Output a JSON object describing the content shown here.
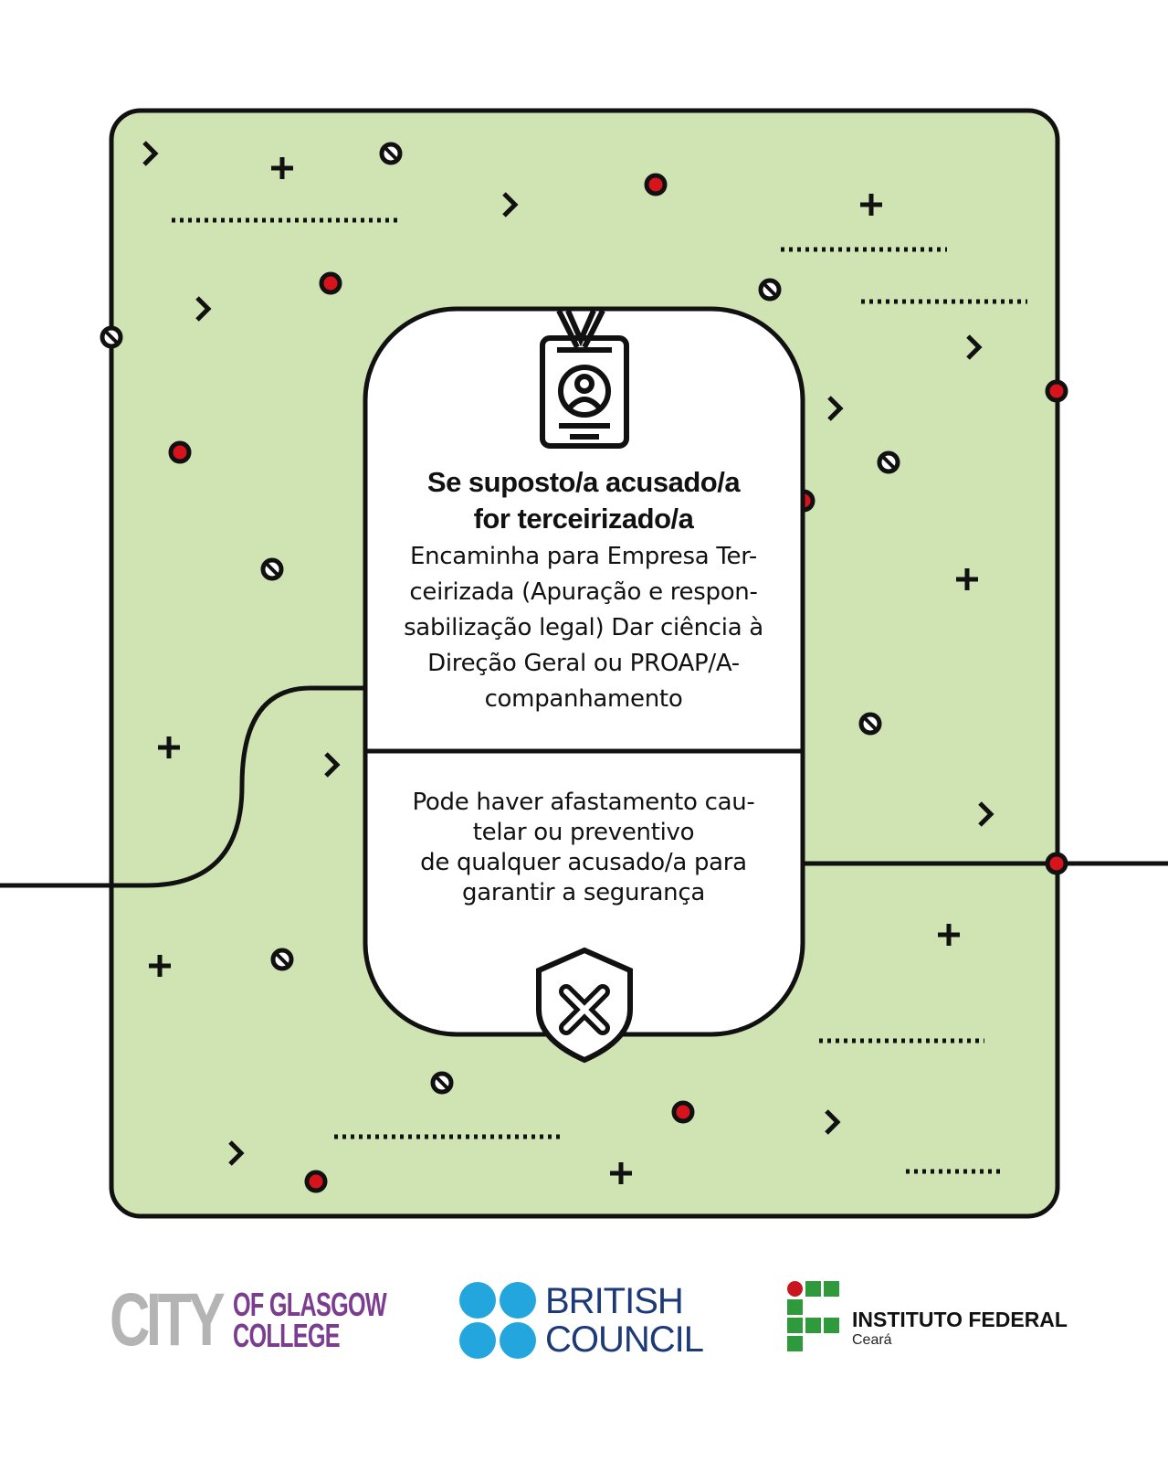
{
  "colors": {
    "background": "#cfe3b3",
    "accent_red": "#d7141c",
    "stroke": "#111111",
    "card": "#ffffff"
  },
  "card": {
    "icon_top": "id-badge-icon",
    "title": [
      "Se suposto/a acusado/a",
      "for terceirizado/a"
    ],
    "body": [
      "Encaminha para Empresa Ter-",
      "ceirizada (Apuração e respon-",
      "sabilização legal) Dar ciência à",
      "Direção Geral ou PROAP/A-",
      "companhamento"
    ],
    "note": [
      "Pode haver afastamento cau-",
      "telar ou preventivo",
      "de qualquer acusado/a para",
      "garantir a segurança"
    ],
    "icon_bottom": "shield-x-icon"
  },
  "logos": {
    "glasgow": {
      "city": "CITY",
      "line1": "OF GLASGOW",
      "line2": "COLLEGE"
    },
    "british_council": {
      "line1": "BRITISH",
      "line2": "COUNCIL"
    },
    "ifce": {
      "line1": "INSTITUTO FEDERAL",
      "line2": "Ceará"
    }
  }
}
